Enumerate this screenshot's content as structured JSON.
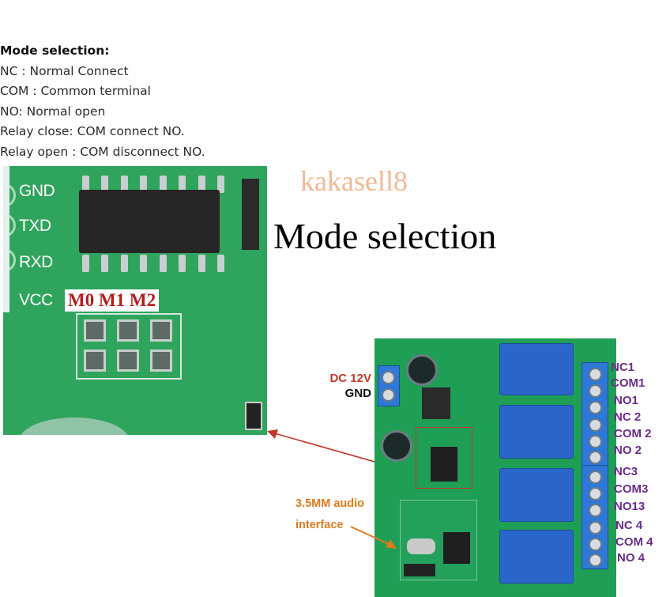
{
  "description": {
    "title": "Mode selection:",
    "lines": [
      "NC : Normal Connect",
      "COM : Common terminal",
      "NO: Normal open",
      "Relay close: COM connect NO.",
      "Relay open : COM disconnect NO."
    ]
  },
  "closeup": {
    "pins": [
      "GND",
      "TXD",
      "RXD",
      "VCC"
    ],
    "mode_pins": "M0 M1 M2"
  },
  "watermark": "kakasell8",
  "heading": "Mode selection",
  "board": {
    "power": {
      "dc": "DC 12V",
      "gnd": "GND"
    },
    "audio": [
      "3.5MM audio",
      "interface"
    ],
    "relay_labels": [
      "NC1",
      "COM1",
      "NO1",
      "NC 2",
      "COM 2",
      "NO 2",
      "NC3",
      "COM3",
      "NO13",
      "NC 4",
      "COM 4",
      "NO 4"
    ]
  },
  "colors": {
    "pcb_green": "#2fa45c",
    "mode_label_red": "#b51c1c",
    "relay_label_purple": "#6a2b8c",
    "arrow_red": "#c0392b",
    "audio_orange": "#e27a1c"
  }
}
